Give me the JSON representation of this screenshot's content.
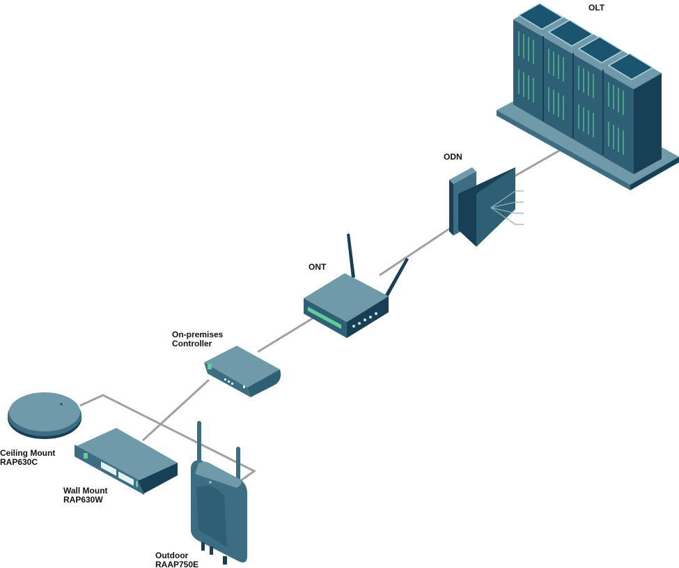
{
  "colors": {
    "link": "#a0a0a0",
    "light": "#6f9aaa",
    "mid": "#3d6d82",
    "dark": "#173f55",
    "accent": "#5fcf9a"
  },
  "nodes": {
    "olt": {
      "label": "OLT"
    },
    "odn": {
      "label": "ODN"
    },
    "ont": {
      "label": "ONT"
    },
    "controller": {
      "line1": "On-premises",
      "line2": "Controller"
    },
    "ceiling": {
      "line1": "Ceiling Mount",
      "line2": "RAP630C"
    },
    "wall": {
      "line1": "Wall Mount",
      "line2": "RAP630W"
    },
    "outdoor": {
      "line1": "Outdoor",
      "line2": "RAAP750E"
    }
  }
}
